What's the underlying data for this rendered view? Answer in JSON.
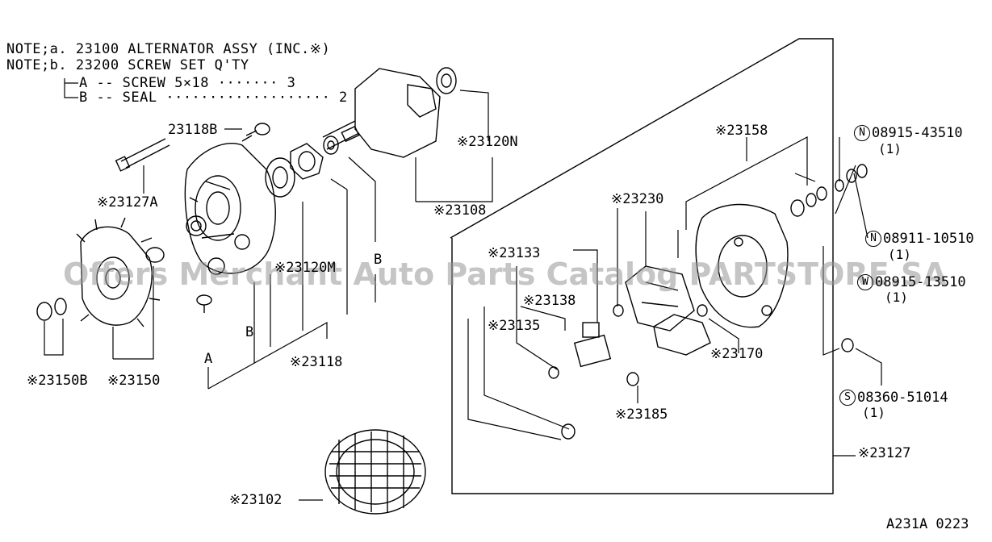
{
  "notes": {
    "line1": "NOTE;a. 23100 ALTERNATOR ASSY (INC.※)",
    "line2": "NOTE;b. 23200 SCREW SET Q'TY",
    "line3": "A -- SCREW 5×18 ······· 3",
    "line4": "B -- SEAL ··················· 2"
  },
  "labels": {
    "p23118B": "23118B",
    "p23127A": "※23127A",
    "p23120N": "※23120N",
    "p23108": "※23108",
    "p23120M": "※23120M",
    "p23118": "※23118",
    "p23150B": "※23150B",
    "p23150": "※23150",
    "p23102": "※23102",
    "p23158": "※23158",
    "p23230": "※23230",
    "p23133": "※23133",
    "p23138": "※23138",
    "p23135": "※23135",
    "p23170": "※23170",
    "p23185": "※23185",
    "p23127": "※23127",
    "letterA": "A",
    "letterB1": "B",
    "letterB2": "B"
  },
  "hardware": [
    {
      "symbol": "N",
      "part": "08915-43510",
      "qty": "(1)"
    },
    {
      "symbol": "N",
      "part": "08911-10510",
      "qty": "(1)"
    },
    {
      "symbol": "W",
      "part": "08915-13510",
      "qty": "(1)"
    },
    {
      "symbol": "S",
      "part": "08360-51014",
      "qty": "(1)"
    }
  ],
  "diagram_code": "A231A 0223",
  "watermark": "Offers Merchant Auto Parts Catalog PARTSTORE.SA"
}
